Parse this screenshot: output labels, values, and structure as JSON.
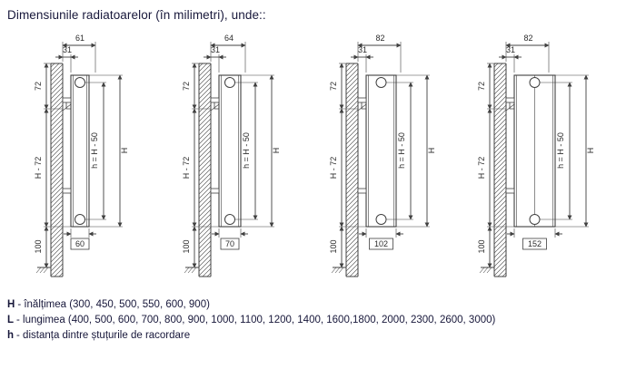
{
  "title": "Dimensiunile radiatoarelor (în milimetri), unde::",
  "colors": {
    "line": "#404040",
    "text": "#2b2b2b",
    "label": "#17173a"
  },
  "diagrams": [
    {
      "top_width": "61",
      "wall_gap": "31",
      "top_offset": "72",
      "middle_height": "H - 72",
      "bottom_offset": "100",
      "port_distance": "h = H - 50",
      "total_height": "H",
      "depth": "60"
    },
    {
      "top_width": "64",
      "wall_gap": "31",
      "top_offset": "72",
      "middle_height": "H - 72",
      "bottom_offset": "100",
      "port_distance": "h = H - 50",
      "total_height": "H",
      "depth": "70"
    },
    {
      "top_width": "82",
      "wall_gap": "31",
      "top_offset": "72",
      "middle_height": "H - 72",
      "bottom_offset": "100",
      "port_distance": "h = H - 50",
      "total_height": "H",
      "depth": "102"
    },
    {
      "top_width": "82",
      "wall_gap": "31",
      "top_offset": "72",
      "middle_height": "H - 72",
      "bottom_offset": "100",
      "port_distance": "h = H - 50",
      "total_height": "H",
      "depth": "152"
    }
  ],
  "legend": [
    {
      "symbol": "H",
      "text": "- înălțimea (300, 450, 500, 550, 600, 900)"
    },
    {
      "symbol": "L",
      "text": "- lungimea (400, 500, 600, 700, 800, 900, 1000, 1100, 1200, 1400, 1600,1800, 2000, 2300, 2600, 3000)"
    },
    {
      "symbol": "h",
      "text": "- distanța dintre ștuțurile de racordare"
    }
  ]
}
